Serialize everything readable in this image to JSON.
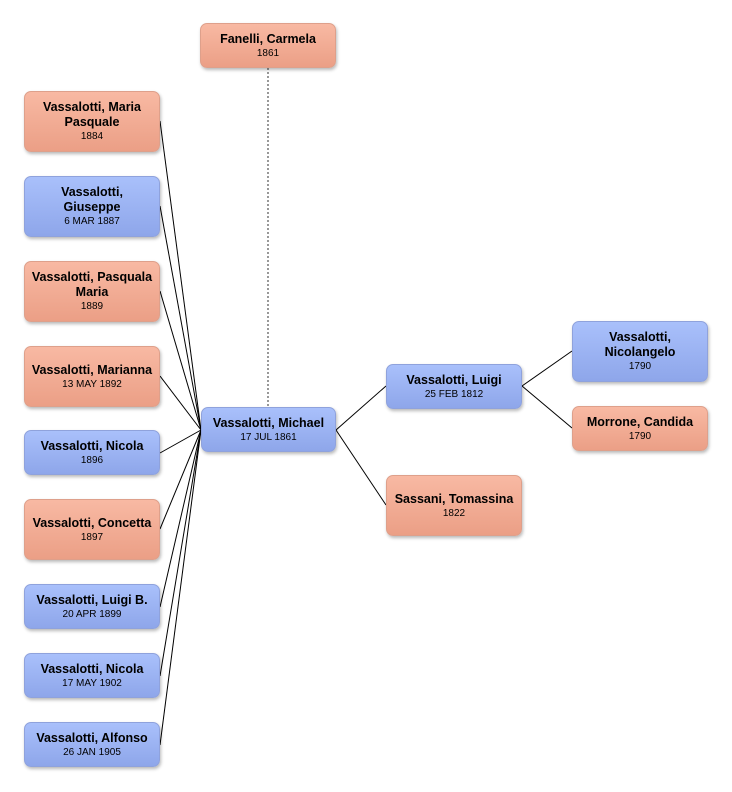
{
  "people": {
    "carmela": {
      "name": "Fanelli, Carmela",
      "date": "1861"
    },
    "michael": {
      "name": "Vassalotti, Michael",
      "date": "17 JUL 1861"
    },
    "luigi": {
      "name": "Vassalotti, Luigi",
      "date": "25 FEB 1812"
    },
    "tomassina": {
      "name": "Sassani, Tomassina",
      "date": "1822"
    },
    "nicolangelo": {
      "name": "Vassalotti, Nicolangelo",
      "date": "1790"
    },
    "candida": {
      "name": "Morrone, Candida",
      "date": "1790"
    },
    "children": [
      {
        "name": "Vassalotti, Maria Pasquale",
        "date": "1884"
      },
      {
        "name": "Vassalotti, Giuseppe",
        "date": "6 MAR 1887"
      },
      {
        "name": "Vassalotti, Pasquala Maria",
        "date": "1889"
      },
      {
        "name": "Vassalotti, Marianna",
        "date": "13 MAY 1892"
      },
      {
        "name": "Vassalotti, Nicola",
        "date": "1896"
      },
      {
        "name": "Vassalotti, Concetta",
        "date": "1897"
      },
      {
        "name": "Vassalotti, Luigi B.",
        "date": "20 APR 1899"
      },
      {
        "name": "Vassalotti, Nicola",
        "date": "17 MAY 1902"
      },
      {
        "name": "Vassalotti, Alfonso",
        "date": "26 JAN 1905"
      }
    ]
  },
  "colors": {
    "male": "#9bb3f5",
    "female": "#f2ac93",
    "line": "#000000"
  }
}
